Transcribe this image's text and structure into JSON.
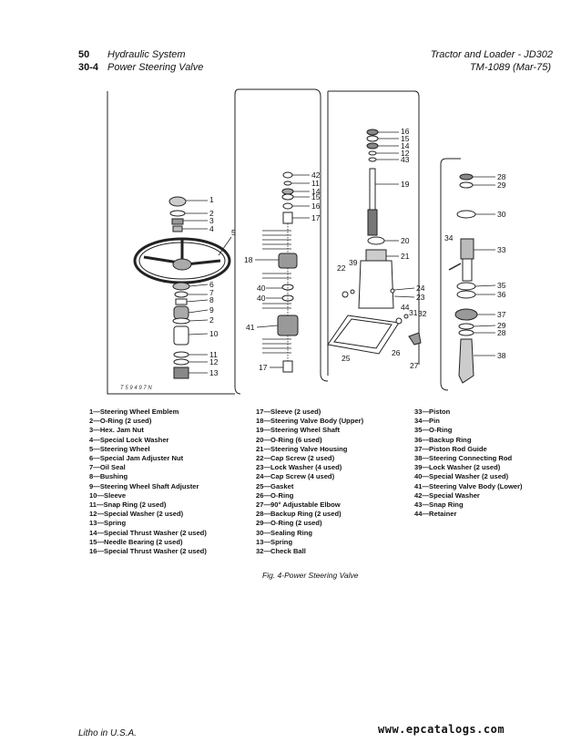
{
  "header": {
    "page_num": "50",
    "section_title": "Hydraulic System",
    "sub_num": "30-4",
    "sub_title": "Power Steering Valve",
    "product": "Tractor and Loader - JD302",
    "manual": "TM-1089   (Mar-75)"
  },
  "figure_code": "T 5 9 4 9 7 N",
  "callouts": {
    "left": [
      "1",
      "2",
      "3",
      "4",
      "5",
      "6",
      "7",
      "8",
      "9",
      "2",
      "10",
      "11",
      "12",
      "13"
    ],
    "mid": [
      "42",
      "11",
      "14",
      "15",
      "16",
      "17",
      "18",
      "40",
      "40",
      "41",
      "17"
    ],
    "center": [
      "16",
      "15",
      "14",
      "12",
      "43",
      "19",
      "20",
      "21",
      "39",
      "22",
      "24",
      "23",
      "44",
      "31",
      "32",
      "25",
      "26",
      "27"
    ],
    "right": [
      "28",
      "29",
      "30",
      "34",
      "33",
      "35",
      "36",
      "37",
      "29",
      "28",
      "38"
    ]
  },
  "legend": {
    "col1": [
      "1—Steering Wheel Emblem",
      "2—O-Ring (2 used)",
      "3—Hex. Jam Nut",
      "4—Special Lock Washer",
      "5—Steering Wheel",
      "6—Special Jam Adjuster Nut",
      "7—Oil Seal",
      "8—Bushing",
      "9—Steering Wheel Shaft Adjuster",
      "10—Sleeve",
      "11—Snap Ring (2 used)",
      "12—Special Washer (2 used)",
      "13—Spring",
      "14—Special Thrust Washer (2 used)",
      "15—Needle Bearing (2 used)",
      "16—Special Thrust Washer (2 used)"
    ],
    "col2": [
      "17—Sleeve (2 used)",
      "18—Steering Valve Body (Upper)",
      "19—Steering Wheel Shaft",
      "20—O-Ring (6 used)",
      "21—Steering Valve Housing",
      "22—Cap Screw (2 used)",
      "23—Lock Washer (4 used)",
      "24—Cap Screw (4 used)",
      "25—Gasket",
      "26—O-Ring",
      "27—90° Adjustable Elbow",
      "28—Backup Ring (2 used)",
      "29—O-Ring (2 used)",
      "30—Sealing Ring",
      "13—Spring",
      "32—Check Ball"
    ],
    "col3": [
      "33—Piston",
      "34—Pin",
      "35—O-Ring",
      "36—Backup Ring",
      "37—Piston Rod Guide",
      "38—Steering Connecting Rod",
      "39—Lock Washer (2 used)",
      "40—Special Washer (2 used)",
      "41—Steering Valve Body (Lower)",
      "42—Special Washer",
      "43—Snap Ring",
      "44—Retainer"
    ]
  },
  "caption": "Fig. 4-Power Steering Valve",
  "footer": {
    "litho": "Litho in U.S.A.",
    "website": "www.epcatalogs.com"
  }
}
